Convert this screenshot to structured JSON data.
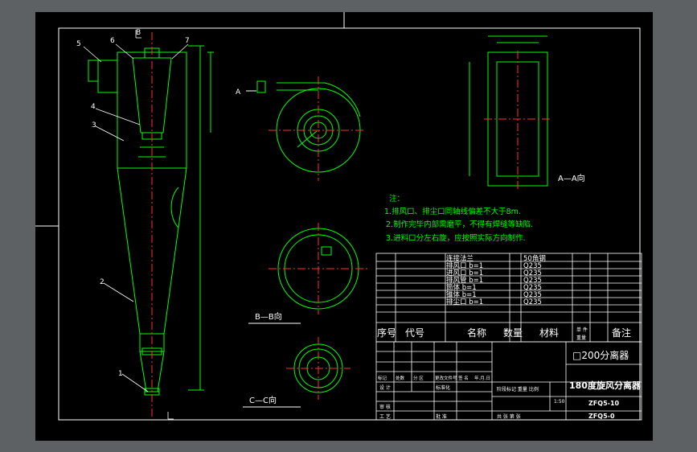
{
  "labels": {
    "section_b_top": "B",
    "section_a_marker": "A",
    "part_numbers": [
      "5",
      "6",
      "7",
      "4",
      "3",
      "2",
      "1"
    ],
    "view_aa": "A—A向",
    "view_bb": "B—B向",
    "view_cc": "C—C向"
  },
  "notes": {
    "title": "注：",
    "items": [
      "1.排风口、排尘口同轴线偏差不大于8m.",
      "2.制作完毕内部需磨平，不得有焊缝等缺陷.",
      "3.进料口分左右旋，应按照实际方向制作."
    ]
  },
  "bom": {
    "rows": [
      {
        "name": "连接法兰",
        "material": "50角钢"
      },
      {
        "name": "排风口 b=1",
        "material": "Q235"
      },
      {
        "name": "进风口 b=1",
        "material": "Q235"
      },
      {
        "name": "排风管 b=1",
        "material": "Q235"
      },
      {
        "name": "筒体 b=1",
        "material": "Q235"
      },
      {
        "name": "锥体 b=1",
        "material": "Q235"
      },
      {
        "name": "排尘口 b=1",
        "material": "Q235"
      }
    ],
    "header": {
      "seq": "序号",
      "code": "代号",
      "name": "名称",
      "qty": "数量",
      "material": "材料",
      "weight_top": "单 件",
      "weight_bottom": "重量",
      "remark": "备注"
    }
  },
  "title_block": {
    "product": "□200分离器",
    "drawing_title": "180度旋风分离器",
    "scale": "1:50",
    "code_top": "ZFQ5-10",
    "code_bottom": "ZFQ5-0",
    "row_labels": [
      "标记",
      "处数",
      "分 区",
      "更改文件号",
      "签 名",
      "年.月.日"
    ],
    "designer": "设 计",
    "standard": "标准化",
    "stage_labels": "阶段标记  重量  比例",
    "check": "审 核",
    "process": "工 艺",
    "approve": "批 准",
    "sheets": "共   张  第   张"
  }
}
